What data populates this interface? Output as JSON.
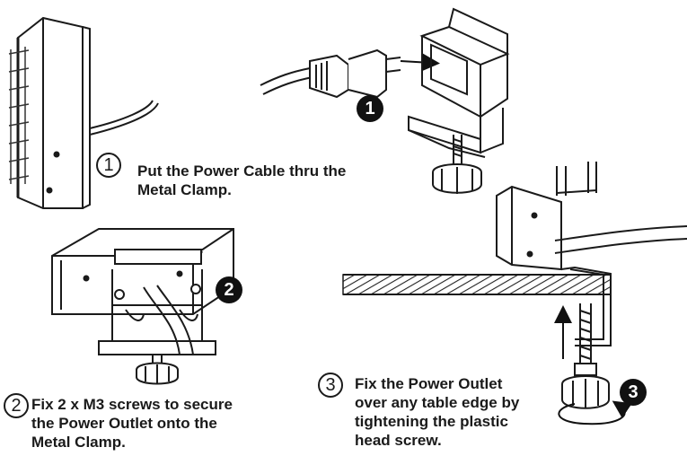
{
  "steps": [
    {
      "number": "1",
      "lines": [
        "Put the Power Cable thru the",
        "Metal Clamp."
      ]
    },
    {
      "number": "2",
      "lines": [
        "Fix 2 x M3 screws to secure",
        "the Power Outlet onto the",
        "Metal Clamp."
      ]
    },
    {
      "number": "3",
      "lines": [
        "Fix the Power Outlet",
        "over any table edge by",
        "tightening the plastic",
        "head screw."
      ]
    }
  ],
  "callouts": [
    "1",
    "2",
    "3"
  ],
  "colors": {
    "ink": "#1a1a1a",
    "badge": "#111111",
    "paper": "#ffffff"
  },
  "icons": [
    "power-outlet-icon",
    "power-plug-icon",
    "metal-clamp-icon",
    "screw-icon",
    "table-edge-icon",
    "rotate-arrow-icon",
    "up-arrow-icon"
  ]
}
